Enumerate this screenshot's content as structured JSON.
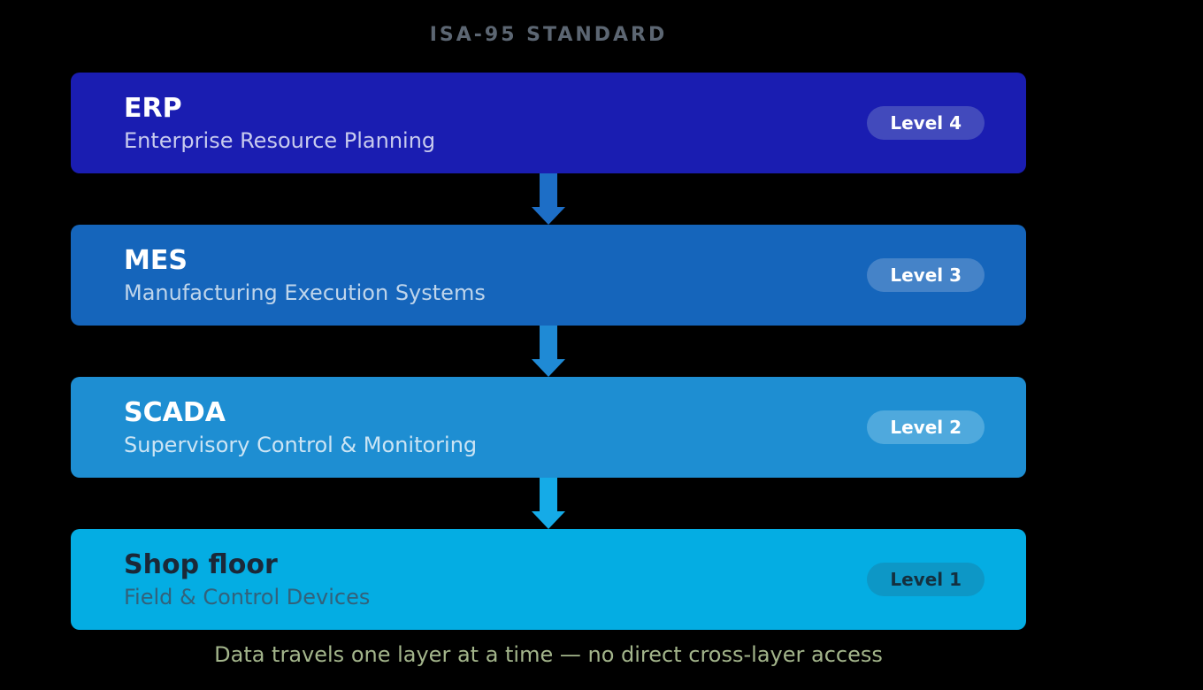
{
  "title": "ISA-95 STANDARD",
  "caption": "Data travels one layer at a time — no direct cross-layer access",
  "layers": [
    {
      "acronym": "ERP",
      "full_name": "Enterprise Resource Planning",
      "level_badge": "Level 4",
      "box_color": "#1a1db1",
      "badge_color": "#424abc",
      "title_text_color": "#ffffff",
      "subtitle_text_color": "#c8cbee"
    },
    {
      "acronym": "MES",
      "full_name": "Manufacturing Execution Systems",
      "level_badge": "Level 3",
      "box_color": "#1565bb",
      "badge_color": "#4583c8",
      "title_text_color": "#ffffff",
      "subtitle_text_color": "#bfd5eb"
    },
    {
      "acronym": "SCADA",
      "full_name": "Supervisory Control & Monitoring",
      "level_badge": "Level 2",
      "box_color": "#1e8ed2",
      "badge_color": "#4fa9dd",
      "title_text_color": "#ffffff",
      "subtitle_text_color": "#cbe4f4"
    },
    {
      "acronym": "Shop floor",
      "full_name": "Field & Control Devices",
      "level_badge": "Level 1",
      "box_color": "#04ade3",
      "badge_color": "#0d97c6",
      "title_text_color": "#1b2838",
      "subtitle_text_color": "#33617a"
    }
  ],
  "arrows": [
    {
      "direction": "down",
      "color": "#1d6ec6"
    },
    {
      "direction": "down",
      "color": "#1f8ad5"
    },
    {
      "direction": "down",
      "color": "#15abe7"
    }
  ],
  "colors": {
    "background": "#000000",
    "title_text": "#5c6672",
    "caption_text": "#a3b58b"
  }
}
